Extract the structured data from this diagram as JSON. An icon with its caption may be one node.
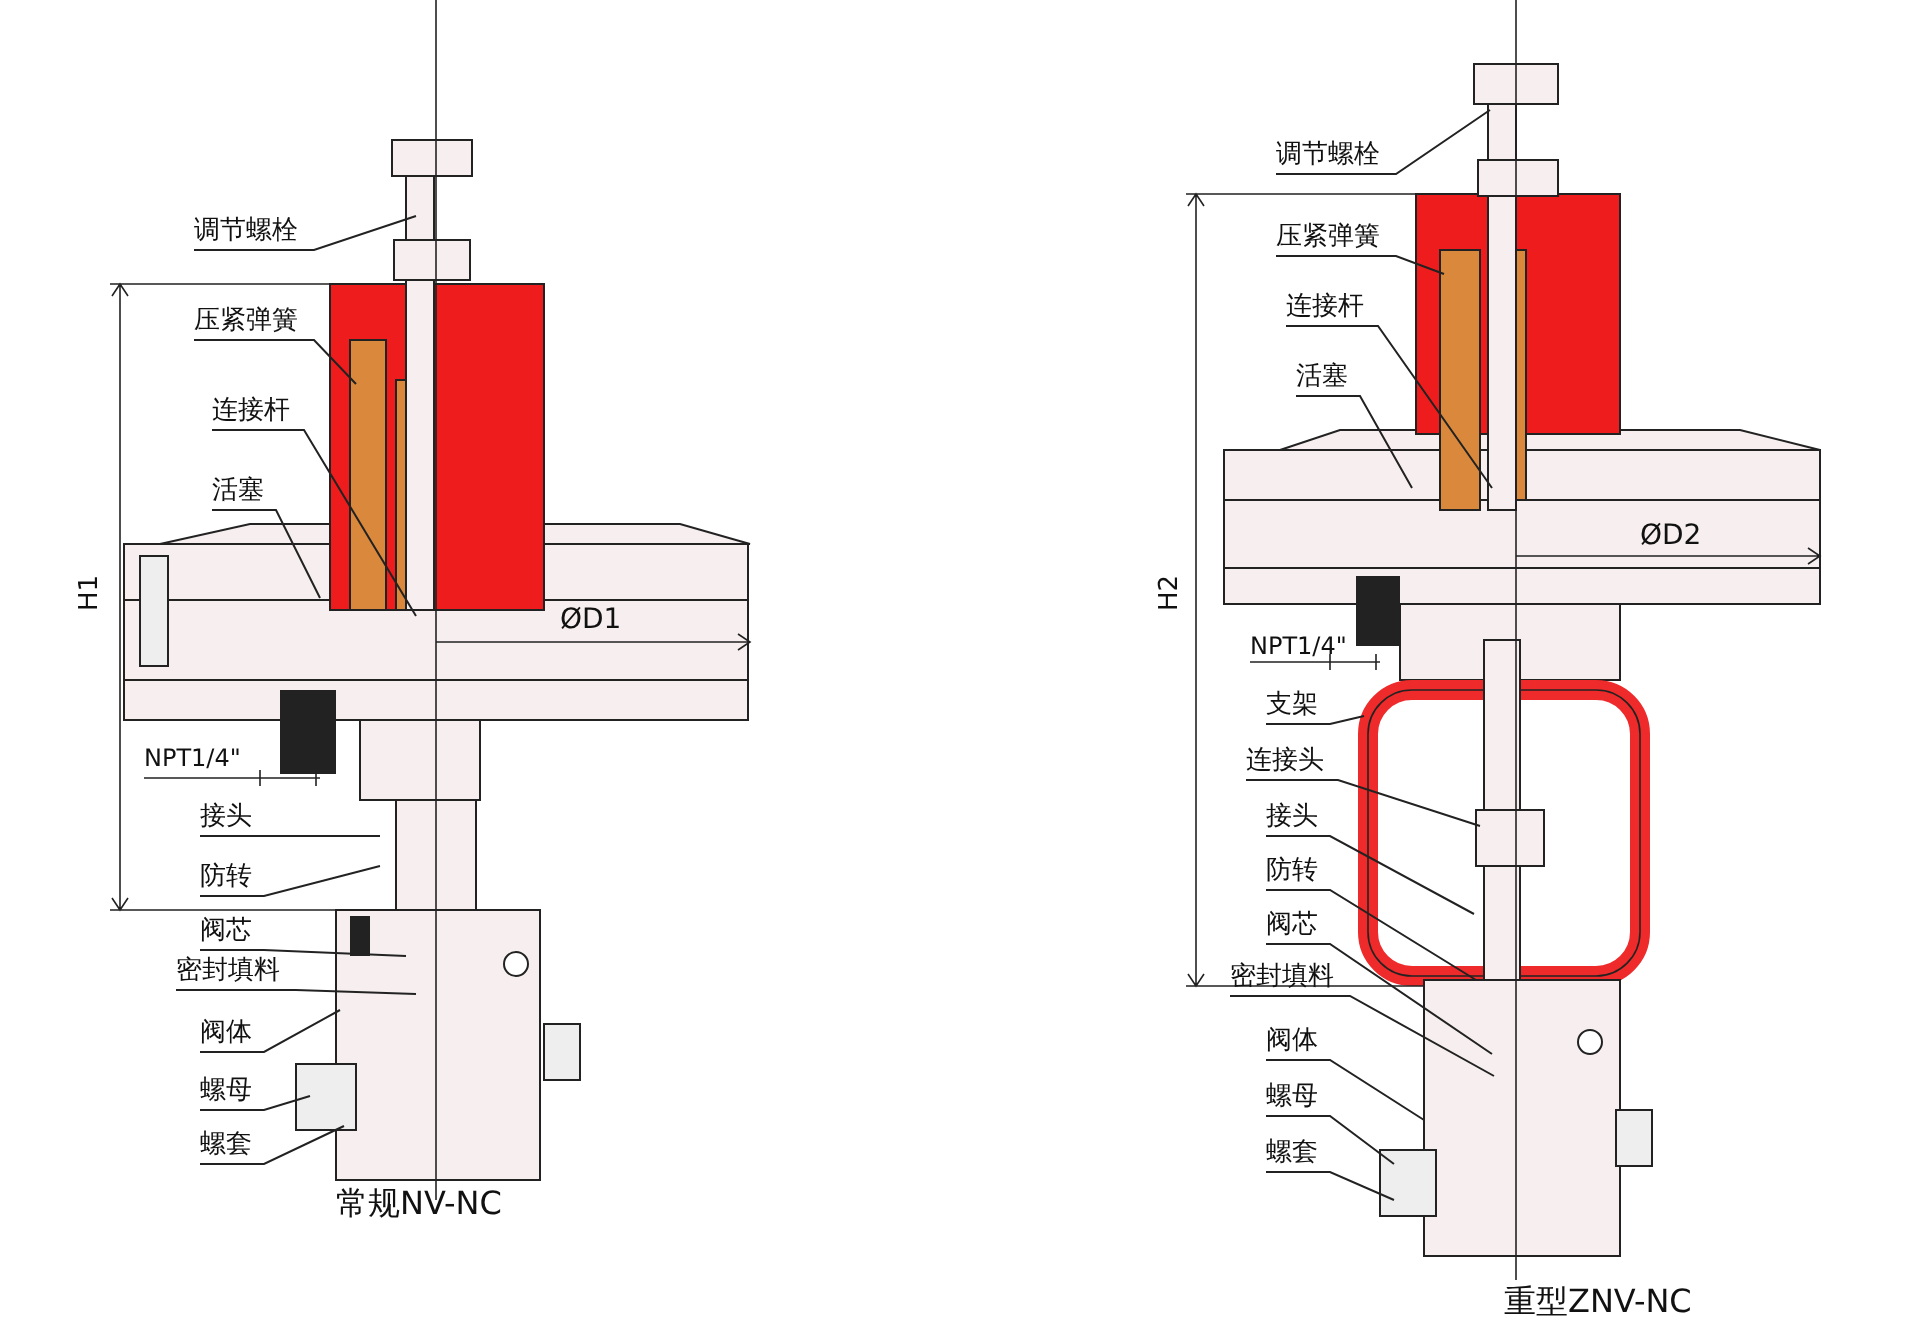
{
  "diagram": {
    "nodes": [
      {
        "text": [
          "调节螺栓"
        ]
      },
      {
        "text": [
          "压紧弹簧"
        ]
      },
      {
        "text": [
          "连接杆"
        ]
      },
      {
        "text": [
          "活塞"
        ]
      },
      {
        "text": [
          "接头"
        ]
      },
      {
        "text": [
          "防转"
        ]
      },
      {
        "text": [
          "阀芯"
        ]
      },
      {
        "text": [
          "密封填料"
        ]
      },
      {
        "text": [
          "阀体"
        ]
      },
      {
        "text": [
          "螺母"
        ]
      },
      {
        "text": [
          "螺套"
        ]
      },
      {
        "text": [
          "调节螺栓"
        ]
      },
      {
        "text": [
          "压紧弹簧"
        ]
      },
      {
        "text": [
          "连接杆"
        ]
      },
      {
        "text": [
          "活塞"
        ]
      },
      {
        "text": [
          "支架"
        ]
      },
      {
        "text": [
          "连接头"
        ]
      },
      {
        "text": [
          "接头"
        ]
      },
      {
        "text": [
          "防转"
        ]
      },
      {
        "text": [
          "阀芯"
        ]
      },
      {
        "text": [
          "密封填料"
        ]
      },
      {
        "text": [
          "阀体"
        ]
      },
      {
        "text": [
          "螺母"
        ]
      },
      {
        "text": [
          "螺套"
        ]
      }
    ],
    "edges": [
      {
        "from": 0,
        "to": null,
        "arrow": "none"
      },
      {
        "from": 1,
        "to": null,
        "arrow": "none"
      },
      {
        "from": 2,
        "to": null,
        "arrow": "none"
      },
      {
        "from": 3,
        "to": null,
        "arrow": "none"
      },
      {
        "from": 4,
        "to": null,
        "arrow": "none"
      },
      {
        "from": 5,
        "to": null,
        "arrow": "none"
      },
      {
        "from": 6,
        "to": null,
        "arrow": "none"
      },
      {
        "from": 7,
        "to": null,
        "arrow": "none"
      },
      {
        "from": 8,
        "to": null,
        "arrow": "none"
      },
      {
        "from": 9,
        "to": null,
        "arrow": "none"
      },
      {
        "from": 10,
        "to": null,
        "arrow": "none"
      },
      {
        "from": 11,
        "to": null,
        "arrow": "none"
      },
      {
        "from": 12,
        "to": null,
        "arrow": "none"
      },
      {
        "from": 13,
        "to": null,
        "arrow": "none"
      },
      {
        "from": 14,
        "to": null,
        "arrow": "none"
      },
      {
        "from": 15,
        "to": null,
        "arrow": "none"
      },
      {
        "from": 16,
        "to": null,
        "arrow": "none"
      },
      {
        "from": 17,
        "to": null,
        "arrow": "none"
      },
      {
        "from": 18,
        "to": null,
        "arrow": "none"
      },
      {
        "from": 19,
        "to": null,
        "arrow": "none"
      },
      {
        "from": 20,
        "to": null,
        "arrow": "none"
      },
      {
        "from": 21,
        "to": null,
        "arrow": "none"
      },
      {
        "from": 22,
        "to": null,
        "arrow": "none"
      },
      {
        "from": 23,
        "to": null,
        "arrow": "none"
      }
    ],
    "labels": [
      "H1",
      "ØD1",
      "NPT1/4\"",
      "常规NV-NC",
      "H2",
      "ØD2",
      "NPT1/4\"",
      "重型ZNV-NC"
    ]
  }
}
